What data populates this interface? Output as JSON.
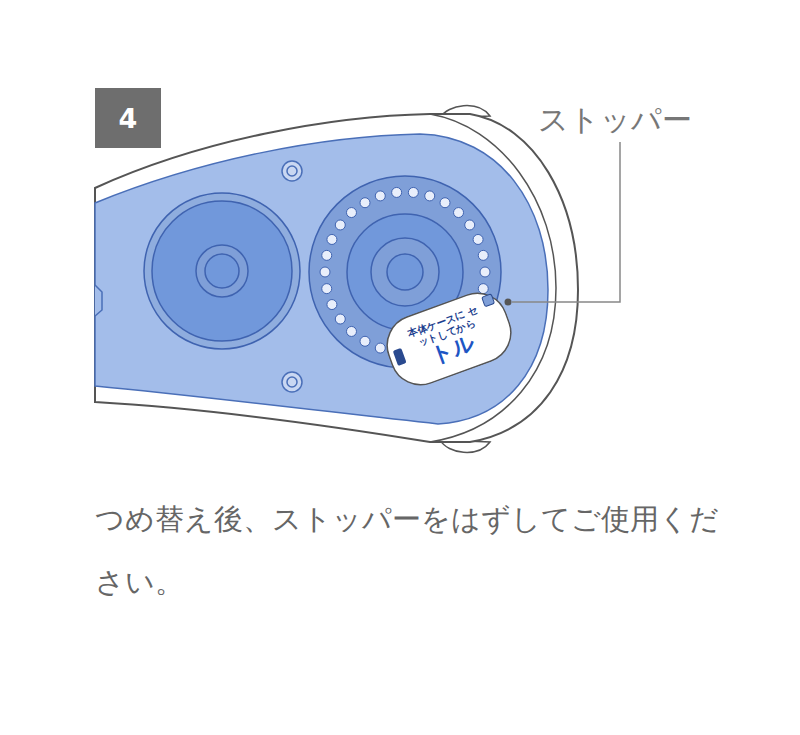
{
  "diagram": {
    "caption": "つめ替え後、ストッパーをはずしてご使用ください。",
    "nodes": [
      {
        "text": [
          "4"
        ]
      },
      {
        "text": [
          "本体ケースに セットしてから",
          "トル"
        ]
      }
    ],
    "labels": [
      "ストッパー"
    ]
  }
}
